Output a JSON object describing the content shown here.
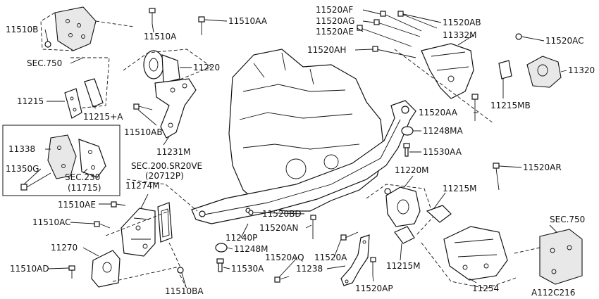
{
  "diagram": {
    "id": "A112C216",
    "callouts": {
      "p11510B": "11510B",
      "p11510A": "11510A",
      "p11510AA": "11510AA",
      "p11520AF": "11520AF",
      "p11520AG": "11520AG",
      "p11520AE": "11520AE",
      "p11520AB": "11520AB",
      "p11332M": "11332M",
      "p11520AC": "11520AC",
      "p11520AH": "11520AH",
      "p11320": "11320",
      "sec750a": "SEC.750",
      "p11220": "11220",
      "p11215": "11215",
      "p11215A": "11215+A",
      "p11215MB": "11215MB",
      "p11510AB": "11510AB",
      "p11520AA": "11520AA",
      "p11248MA": "11248MA",
      "p11338": "11338",
      "p11231M": "11231M",
      "p11530AA": "11530AA",
      "p11350G": "11350G",
      "sec230": "SEC.230",
      "p11715": "(11715)",
      "sec200": "SEC.200.SR20VE",
      "p20712P": "(20712P)",
      "p11220M": "11220M",
      "p11520AR": "11520AR",
      "p11274M": "11274M",
      "p11215M1": "11215M",
      "p11510AE": "11510AE",
      "p11520BD": "11520BD",
      "p11510AC": "11510AC",
      "p11520AN": "11520AN",
      "p11240P": "11240P",
      "p11248M": "11248M",
      "p11270": "11270",
      "p11520AQ": "11520AQ",
      "p11520A": "11520A",
      "p11215M2": "11215M",
      "sec750b": "SEC.750",
      "p11510AD": "11510AD",
      "p11530A": "11530A",
      "p11238": "11238",
      "p11520AP": "11520AP",
      "p11254": "11254",
      "p11510BA": "11510BA"
    }
  }
}
